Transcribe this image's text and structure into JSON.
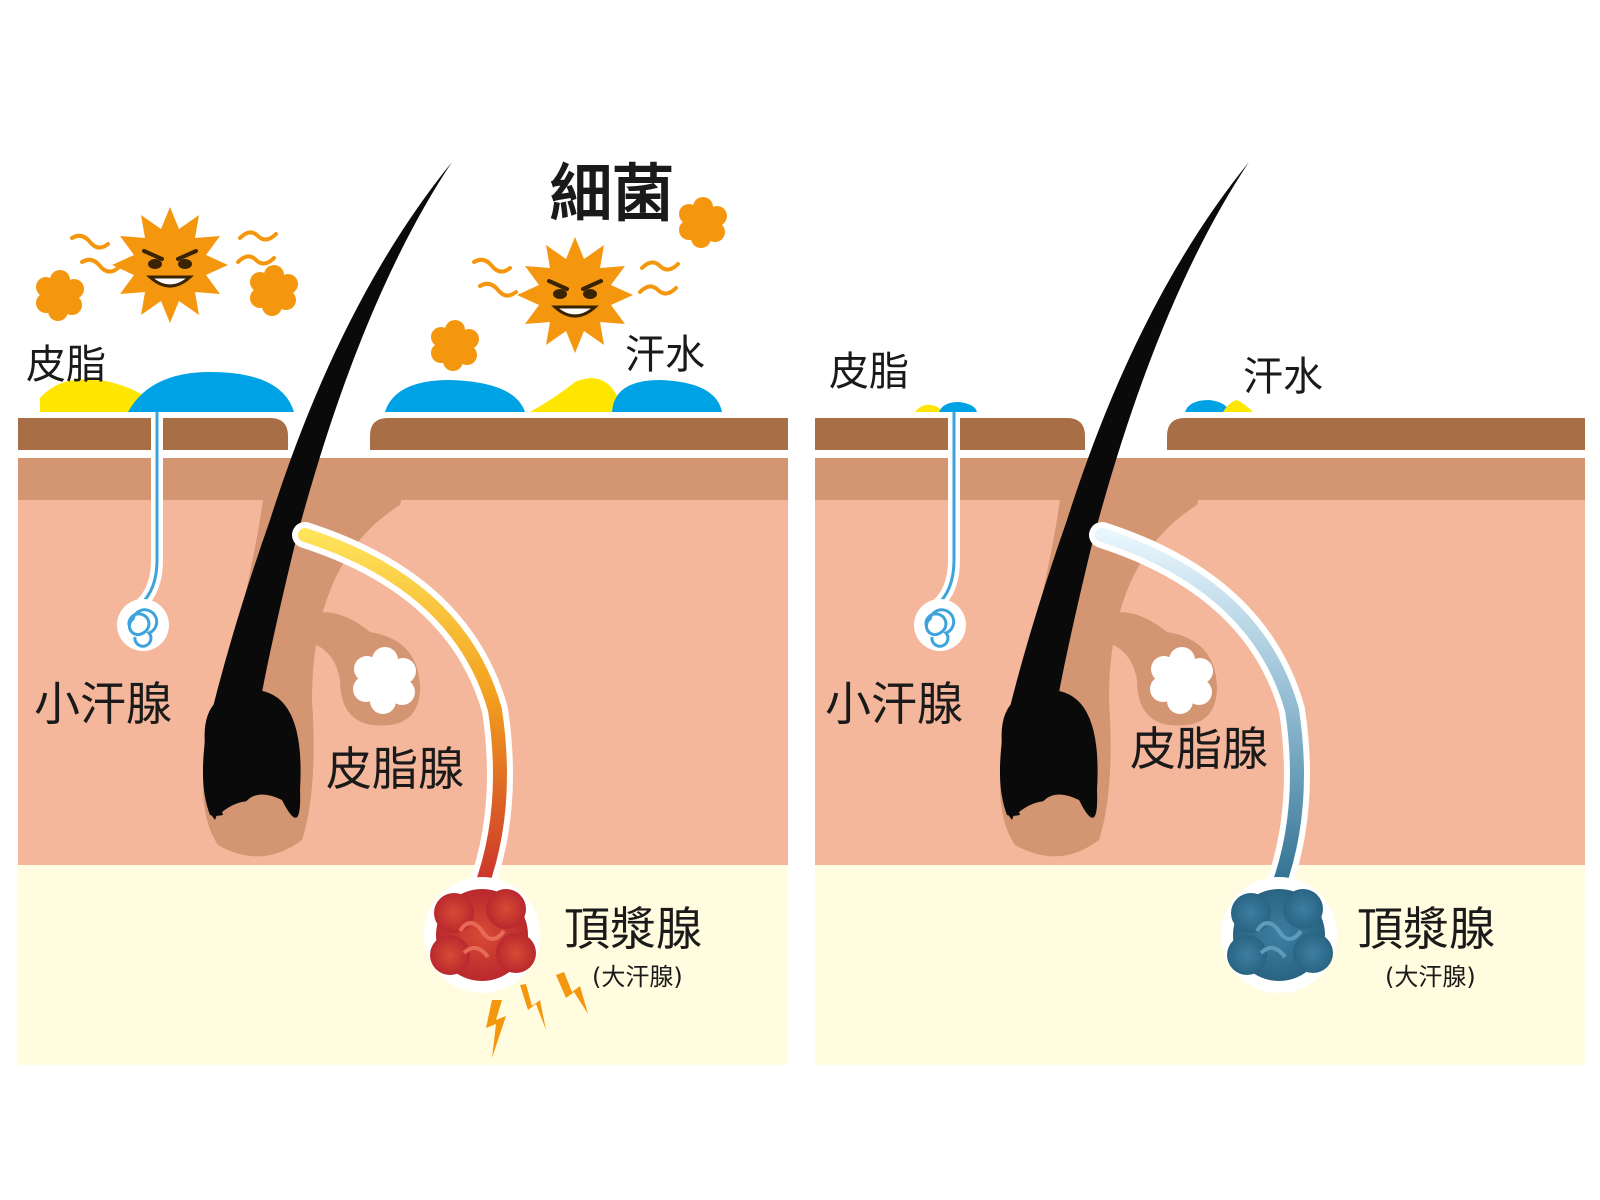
{
  "colors": {
    "epidermis": "#A86E46",
    "dermis_band": "#D49572",
    "dermis": "#F4B79C",
    "subcutis": "#FFFCE0",
    "hair": "#0A0A0A",
    "sebum": "#FFE600",
    "sweat": "#00A2E6",
    "bacteria": "#F4970F",
    "apocrine_active": "#C1292E",
    "apocrine_calm": "#2E6E90"
  },
  "panels": {
    "left": {
      "sebum_label": "皮脂",
      "sweat_label": "汗水",
      "bacteria_label": "細菌",
      "eccrine_label": "小汗腺",
      "sebaceous_label": "皮脂腺",
      "apocrine_label": "頂漿腺",
      "apocrine_sub": "(大汗腺)"
    },
    "right": {
      "sebum_label": "皮脂",
      "sweat_label": "汗水",
      "eccrine_label": "小汗腺",
      "sebaceous_label": "皮脂腺",
      "apocrine_label": "頂漿腺",
      "apocrine_sub": "(大汗腺)"
    }
  }
}
